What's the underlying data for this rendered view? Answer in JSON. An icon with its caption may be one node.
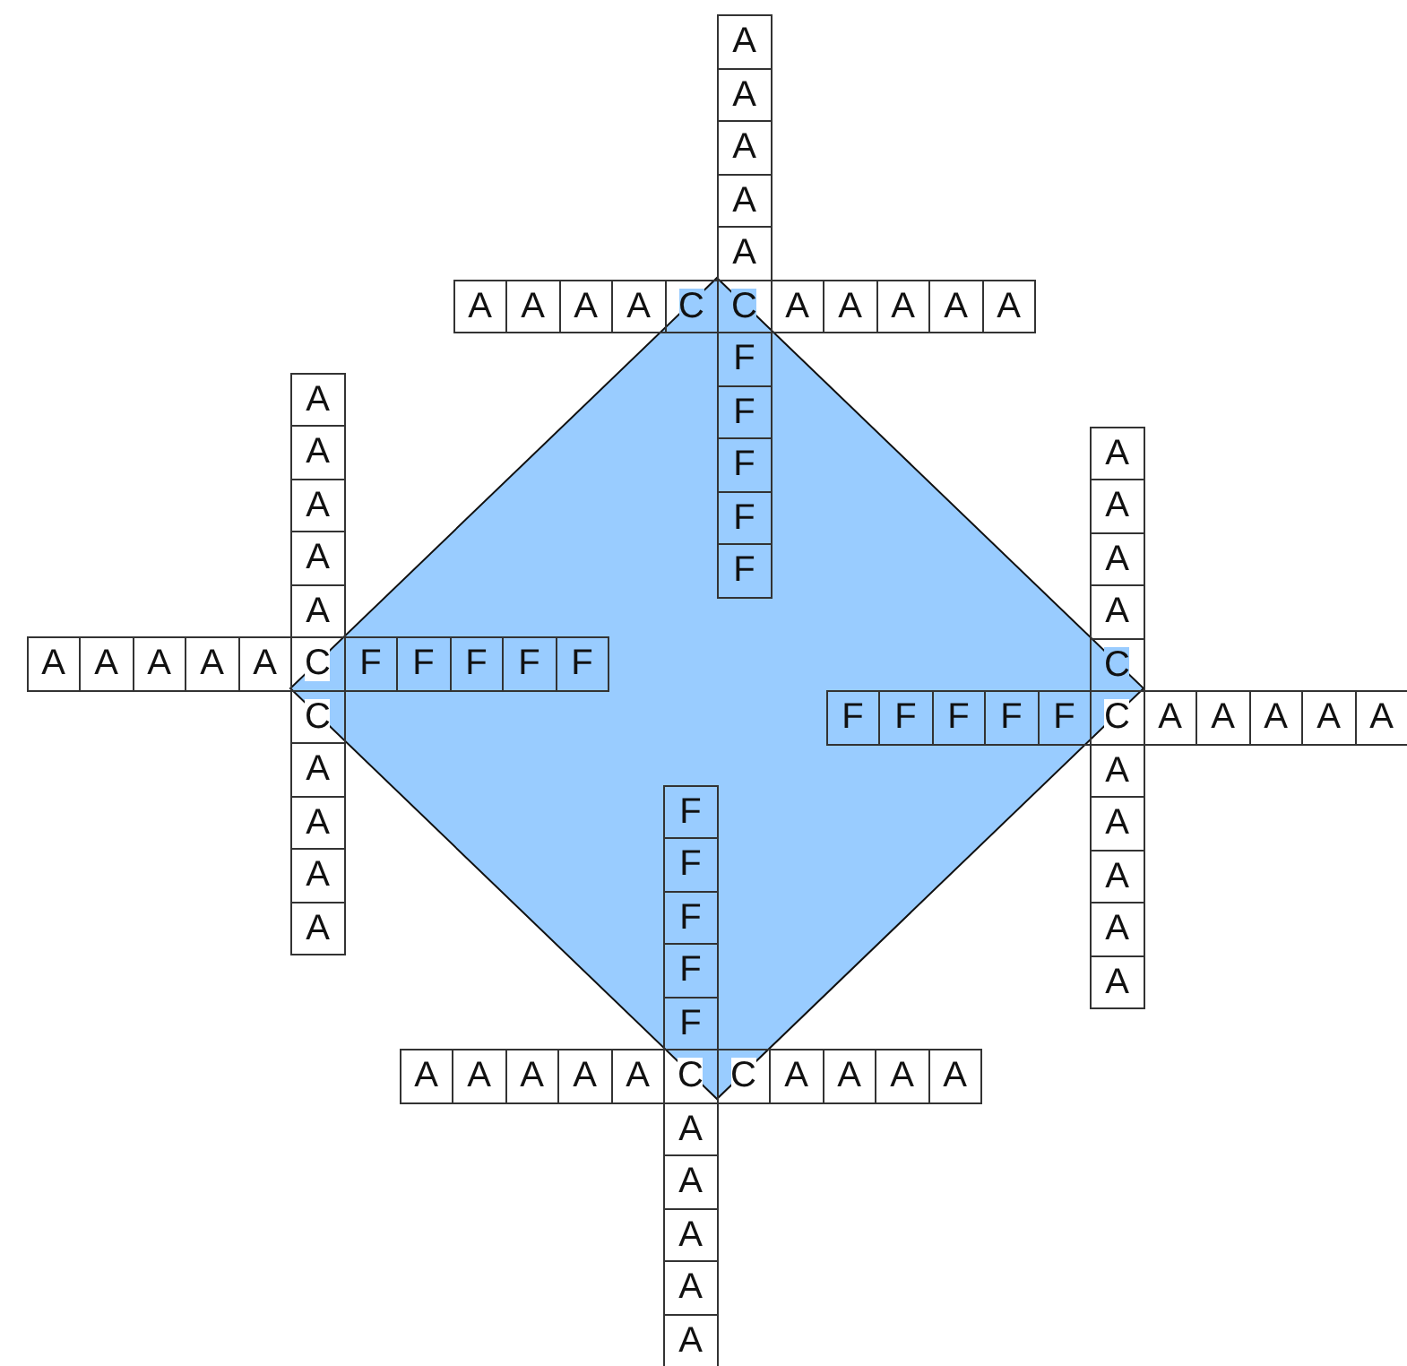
{
  "diagram": {
    "nodes": [
      {
        "text": [
          "A"
        ]
      },
      {
        "text": [
          "A"
        ]
      },
      {
        "text": [
          "A"
        ]
      },
      {
        "text": [
          "A"
        ]
      },
      {
        "text": [
          "A"
        ]
      },
      {
        "text": [
          "A"
        ]
      },
      {
        "text": [
          "A"
        ]
      },
      {
        "text": [
          "A"
        ]
      },
      {
        "text": [
          "A"
        ]
      },
      {
        "text": [
          "C"
        ]
      },
      {
        "text": [
          "C"
        ]
      },
      {
        "text": [
          "A"
        ]
      },
      {
        "text": [
          "A"
        ]
      },
      {
        "text": [
          "A"
        ]
      },
      {
        "text": [
          "A"
        ]
      },
      {
        "text": [
          "A"
        ]
      },
      {
        "text": [
          "F"
        ]
      },
      {
        "text": [
          "F"
        ]
      },
      {
        "text": [
          "F"
        ]
      },
      {
        "text": [
          "F"
        ]
      },
      {
        "text": [
          "F"
        ]
      },
      {
        "text": [
          "A"
        ]
      },
      {
        "text": [
          "A"
        ]
      },
      {
        "text": [
          "A"
        ]
      },
      {
        "text": [
          "A"
        ]
      },
      {
        "text": [
          "A"
        ]
      },
      {
        "text": [
          "A"
        ]
      },
      {
        "text": [
          "A"
        ]
      },
      {
        "text": [
          "A"
        ]
      },
      {
        "text": [
          "A"
        ]
      },
      {
        "text": [
          "A"
        ]
      },
      {
        "text": [
          "C"
        ]
      },
      {
        "text": [
          "F"
        ]
      },
      {
        "text": [
          "F"
        ]
      },
      {
        "text": [
          "F"
        ]
      },
      {
        "text": [
          "F"
        ]
      },
      {
        "text": [
          "F"
        ]
      },
      {
        "text": [
          "C"
        ]
      },
      {
        "text": [
          "A"
        ]
      },
      {
        "text": [
          "A"
        ]
      },
      {
        "text": [
          "A"
        ]
      },
      {
        "text": [
          "A"
        ]
      },
      {
        "text": [
          "A"
        ]
      },
      {
        "text": [
          "A"
        ]
      },
      {
        "text": [
          "A"
        ]
      },
      {
        "text": [
          "A"
        ]
      },
      {
        "text": [
          "C"
        ]
      },
      {
        "text": [
          "F"
        ]
      },
      {
        "text": [
          "F"
        ]
      },
      {
        "text": [
          "F"
        ]
      },
      {
        "text": [
          "F"
        ]
      },
      {
        "text": [
          "F"
        ]
      },
      {
        "text": [
          "C"
        ]
      },
      {
        "text": [
          "A"
        ]
      },
      {
        "text": [
          "A"
        ]
      },
      {
        "text": [
          "A"
        ]
      },
      {
        "text": [
          "A"
        ]
      },
      {
        "text": [
          "A"
        ]
      },
      {
        "text": [
          "A"
        ]
      },
      {
        "text": [
          "A"
        ]
      },
      {
        "text": [
          "A"
        ]
      },
      {
        "text": [
          "A"
        ]
      },
      {
        "text": [
          "A"
        ]
      },
      {
        "text": [
          "F"
        ]
      },
      {
        "text": [
          "F"
        ]
      },
      {
        "text": [
          "F"
        ]
      },
      {
        "text": [
          "F"
        ]
      },
      {
        "text": [
          "F"
        ]
      },
      {
        "text": [
          "A"
        ]
      },
      {
        "text": [
          "A"
        ]
      },
      {
        "text": [
          "A"
        ]
      },
      {
        "text": [
          "A"
        ]
      },
      {
        "text": [
          "A"
        ]
      },
      {
        "text": [
          "C"
        ]
      },
      {
        "text": [
          "C"
        ]
      },
      {
        "text": [
          "A"
        ]
      },
      {
        "text": [
          "A"
        ]
      },
      {
        "text": [
          "A"
        ]
      },
      {
        "text": [
          "A"
        ]
      },
      {
        "text": [
          "A"
        ]
      },
      {
        "text": [
          "A"
        ]
      },
      {
        "text": [
          "A"
        ]
      },
      {
        "text": [
          "A"
        ]
      },
      {
        "text": [
          "A"
        ]
      }
    ]
  }
}
